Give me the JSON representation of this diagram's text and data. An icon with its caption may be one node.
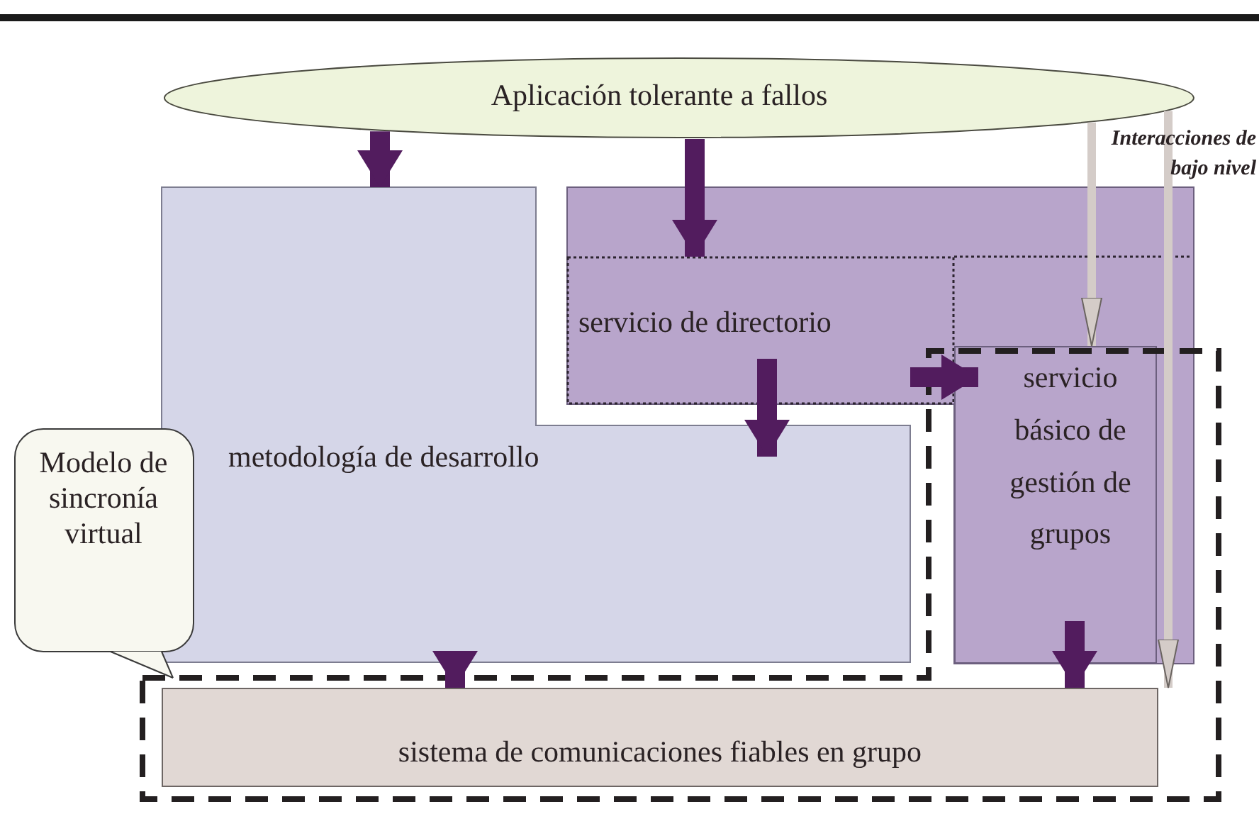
{
  "diagram": {
    "nodes": [
      {
        "text": [
          "Aplicación tolerante a fallos"
        ]
      },
      {
        "text": [
          "metodología de desarrollo"
        ]
      },
      {
        "text": [],
        "shape": "box"
      },
      {
        "text": [
          "servicio de directorio"
        ],
        "in": 2
      },
      {
        "text": [
          "servicio básico de gestión de grupos"
        ]
      },
      {
        "text": [],
        "shape": "box"
      },
      {
        "text": [
          "sistema de comunicaciones fiables en grupo"
        ],
        "in": 5
      },
      {
        "text": [
          "Modelo de sincronía virtual"
        ]
      }
    ],
    "edges": [
      {
        "from": 0,
        "to": 1,
        "arrow": "to"
      },
      {
        "from": 0,
        "to": 3,
        "arrow": "to"
      },
      {
        "from": 3,
        "to": 1,
        "arrow": "to"
      },
      {
        "from": 3,
        "to": 4,
        "arrow": "to"
      },
      {
        "from": 1,
        "to": 6,
        "arrow": "to"
      },
      {
        "from": 4,
        "to": 6,
        "arrow": "to"
      },
      {
        "from": 0,
        "to": 4,
        "arrow": "to",
        "color": "#d4ccc8"
      },
      {
        "from": 0,
        "to": 6,
        "arrow": "to",
        "color": "#d4ccc8"
      },
      {
        "from": 7,
        "to": 5,
        "arrow": "none"
      }
    ],
    "labels": [
      "Interacciones de bajo nivel"
    ]
  }
}
